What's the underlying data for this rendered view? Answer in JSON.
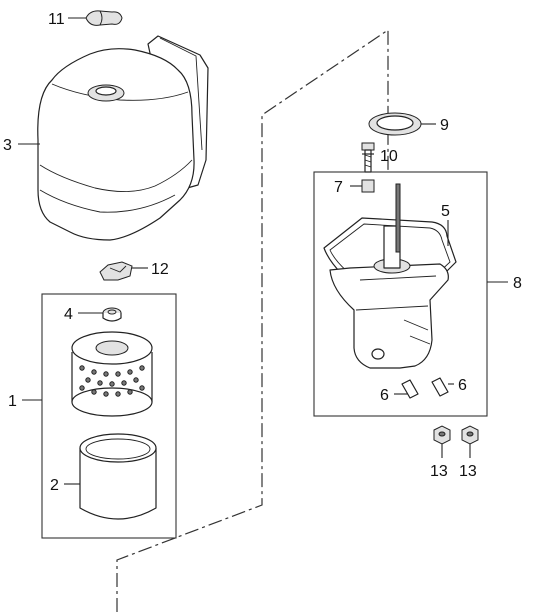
{
  "callouts": {
    "c1": "1",
    "c2": "2",
    "c3": "3",
    "c4": "4",
    "c5": "5",
    "c6a": "6",
    "c6b": "6",
    "c7": "7",
    "c8": "8",
    "c9": "9",
    "c10": "10",
    "c11": "11",
    "c12": "12",
    "c13a": "13",
    "c13b": "13"
  }
}
